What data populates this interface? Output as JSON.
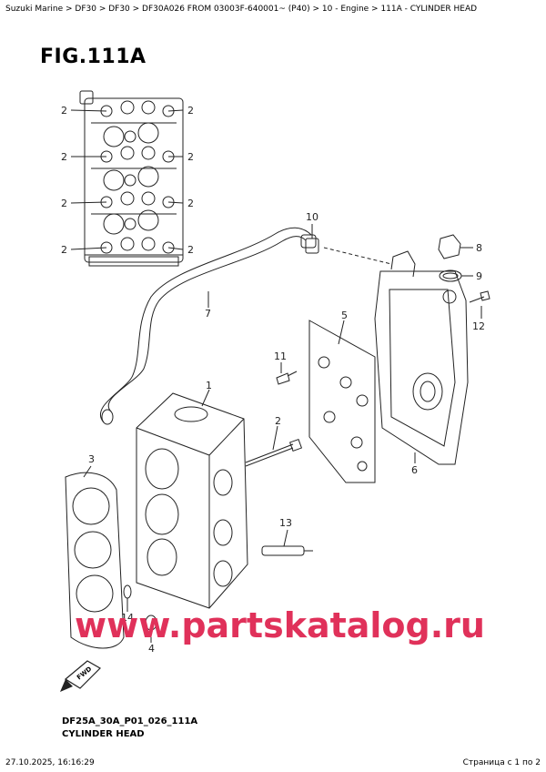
{
  "breadcrumb": "Suzuki Marine > DF30 > DF30 > DF30A026 FROM 03003F-640001~ (P40) > 10 - Engine > 111A - CYLINDER HEAD",
  "figure": {
    "title": "FIG.111A"
  },
  "callouts": {
    "c1": "1",
    "c2a": "2",
    "c2b": "2",
    "c2c": "2",
    "c2d": "2",
    "c2e": "2",
    "c2f": "2",
    "c2g": "2",
    "c2h": "2",
    "c2i": "2",
    "c3": "3",
    "c4": "4",
    "c5": "5",
    "c6": "6",
    "c7": "7",
    "c8": "8",
    "c9": "9",
    "c10": "10",
    "c11": "11",
    "c12": "12",
    "c13": "13",
    "c14": "14"
  },
  "fwd_label": "FWD",
  "watermark": "www.partskatalog.ru",
  "drawing": {
    "code": "DF25A_30A_P01_026_111A",
    "name": "CYLINDER HEAD"
  },
  "footer": {
    "timestamp": "27.10.2025, 16:16:29",
    "page": "Страница с 1 по 2"
  },
  "colors": {
    "watermark": "#e0315a",
    "line": "#222222"
  }
}
